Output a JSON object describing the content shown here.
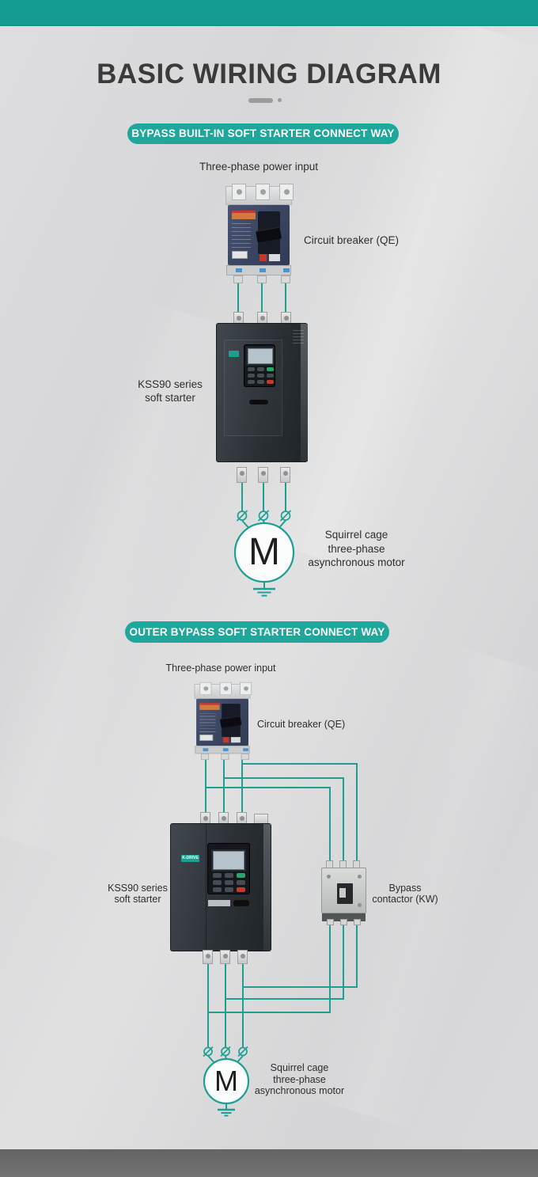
{
  "header": {
    "title": "BASIC WIRING DIAGRAM"
  },
  "colors": {
    "accent_teal": "#1fa79c",
    "header_bar_teal": "#159c92",
    "wire_teal": "#1f9f94",
    "background_gray": "#d9d9db",
    "footer_gray": "#6e6e6e",
    "title_gray": "#3b3b3b",
    "breaker_navy": "#3c4764",
    "starter_charcoal": "#2b3035",
    "contactor_gray": "#c9ccca"
  },
  "section1": {
    "banner": "BYPASS BUILT-IN SOFT STARTER CONNECT WAY",
    "power_input_label": "Three-phase power input",
    "breaker_label": "Circuit breaker (QE)",
    "starter_label_line1": "KSS90 series",
    "starter_label_line2": "soft starter",
    "motor_label_line1": "Squirrel cage",
    "motor_label_line2": "three-phase",
    "motor_label_line3": "asynchronous motor",
    "motor_symbol": "M"
  },
  "section2": {
    "banner": "OUTER BYPASS SOFT STARTER CONNECT WAY",
    "power_input_label": "Three-phase power input",
    "breaker_label": "Circuit breaker (QE)",
    "starter_label_line1": "KSS90 series",
    "starter_label_line2": "soft starter",
    "starter_logo": "K-DRIVE",
    "contactor_label_line1": "Bypass",
    "contactor_label_line2": "contactor (KW)",
    "motor_label_line1": "Squirrel cage",
    "motor_label_line2": "three-phase",
    "motor_label_line3": "asynchronous motor",
    "motor_symbol": "M"
  }
}
